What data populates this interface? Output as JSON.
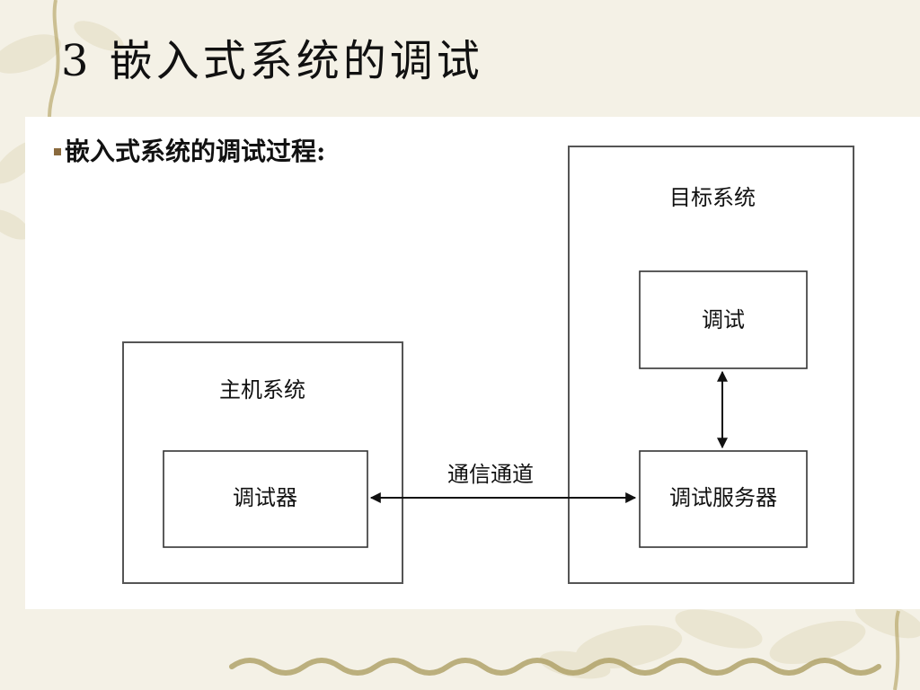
{
  "slide": {
    "title": "3  嵌入式系统的调试",
    "bullet": "嵌入式系统的调试过程:"
  },
  "diagram": {
    "host_system": {
      "label": "主机系统",
      "debugger_label": "调试器"
    },
    "target_system": {
      "label": "目标系统",
      "debug_label": "调试",
      "debug_server_label": "调试服务器"
    },
    "channel_label": "通信通道"
  },
  "colors": {
    "background": "#f4f1e6",
    "bullet_marker": "#8a6a3e"
  }
}
